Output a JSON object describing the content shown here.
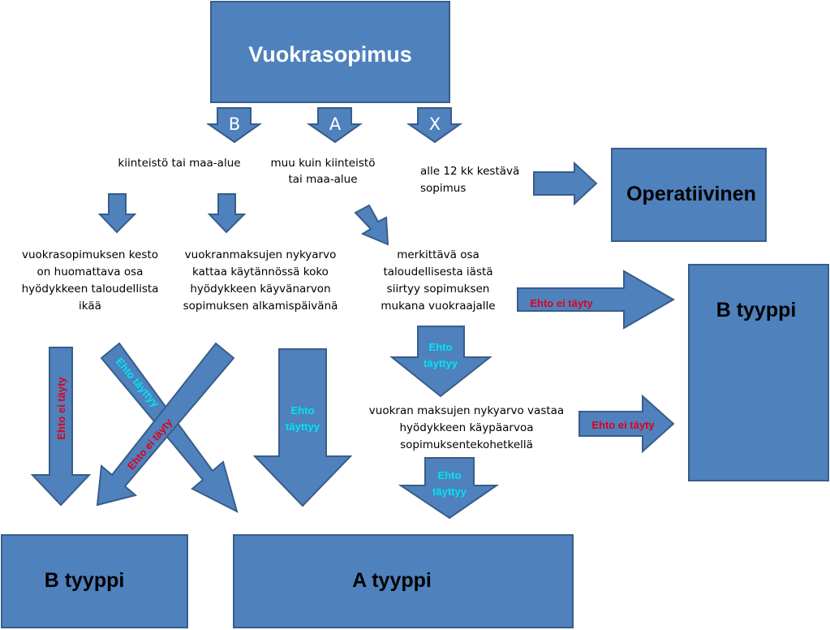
{
  "boxes": {
    "root": "Vuokrasopimus",
    "operative": "Operatiivinen",
    "b_type_right": "B tyyppi",
    "b_type_bottom": "B tyyppi",
    "a_type": "A tyyppi"
  },
  "branch_letters": {
    "b": "B",
    "a": "A",
    "x": "X"
  },
  "categories": {
    "property": "kiinteistö tai maa-alue",
    "non_property": [
      "muu kuin kiinteistö",
      "tai maa-alue"
    ],
    "short_term": [
      "alle 12 kk kestävä",
      "sopimus"
    ]
  },
  "criteria": {
    "lease_term": [
      "vuokrasopimuksen kesto",
      "on huomattava osa",
      "hyödykkeen taloudellista",
      "ikää"
    ],
    "present_value_fair": [
      "vuokranmaksujen nykyarvo",
      "kattaa käytännössä koko",
      "hyödykkeen käyvänarvon",
      "sopimuksen alkamispäivänä"
    ],
    "economic_life": [
      "merkittävä osa",
      "taloudellisesta iästä",
      "siirtyy sopimuksen",
      "mukana vuokraajalle"
    ],
    "present_value_equal": [
      "vuokran maksujen nykyarvo vastaa",
      "hyödykkeen käypäarvoa",
      "sopimuksentekohetkellä"
    ]
  },
  "conditions": {
    "met": "Ehto täyttyy",
    "met_line1": "Ehto",
    "met_line2": "täyttyy",
    "not_met": "Ehto ei täyty"
  }
}
